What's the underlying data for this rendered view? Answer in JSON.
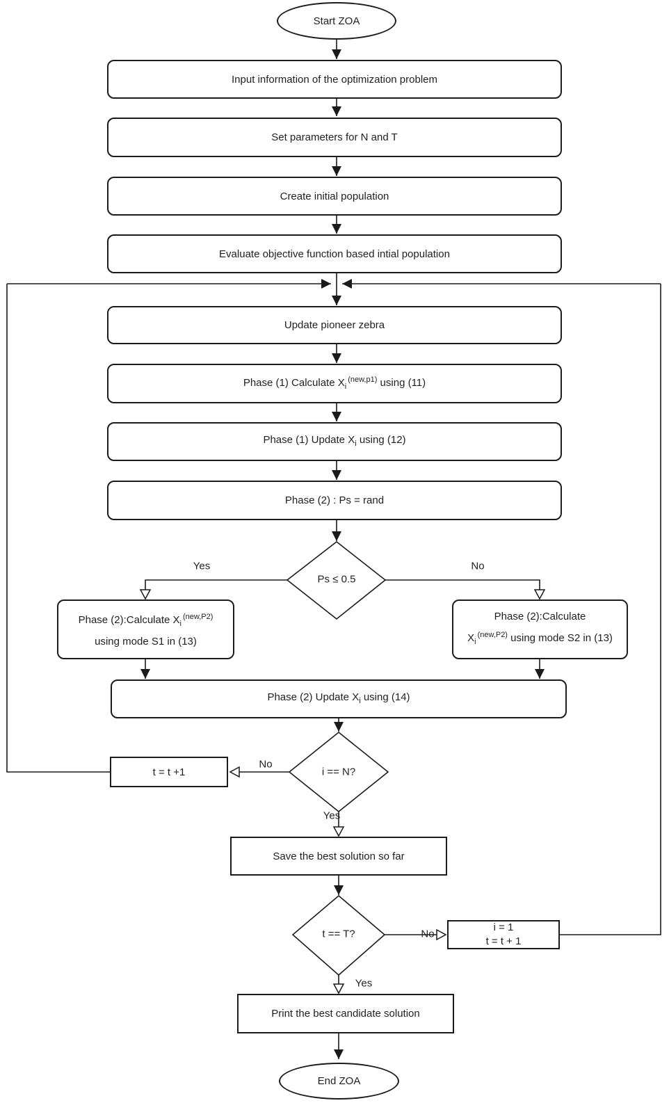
{
  "colors": {
    "stroke": "#1a1a1a",
    "node_fill": "#ffffff",
    "background": "#ffffff",
    "text": "#1f1f1f"
  },
  "nodes": {
    "start": {
      "label": "Start ZOA"
    },
    "input_info": {
      "label": "Input information of the optimization problem"
    },
    "set_params": {
      "label": "Set parameters for N and T"
    },
    "create_population": {
      "label": "Create initial population"
    },
    "evaluate_objective": {
      "label": "Evaluate objective function based intial population"
    },
    "update_pioneer": {
      "label": "Update pioneer zebra"
    },
    "phase1_calc": {
      "pre": "Phase (1) Calculate X",
      "sub": "i",
      "sup": "(new,p1)",
      "post": " using (11)"
    },
    "phase1_update": {
      "pre": "Phase (1) Update X",
      "sub": "i",
      "post": " using (12)"
    },
    "phase2_ps": {
      "label": "Phase (2) : Ps = rand"
    },
    "ps_decision": {
      "label": "Ps ≤ 0.5"
    },
    "calc_mode_s1": {
      "line1_pre": "Phase (2):Calculate X",
      "line1_sub": "i",
      "line1_sup": "(new,P2)",
      "line2": "using mode S1 in (13)"
    },
    "calc_mode_s2": {
      "line1": "Phase (2):Calculate",
      "line2_pre": "X",
      "line2_sub": "i",
      "line2_sup": "(new,P2)",
      "line2_post": " using mode S2 in (13)"
    },
    "phase2_update": {
      "pre": "Phase (2) Update X",
      "sub": "i",
      "post": " using (14)"
    },
    "i_decision": {
      "label": "i == N?"
    },
    "t_increment": {
      "label": "t = t +1"
    },
    "save_best": {
      "label": "Save the best solution so far"
    },
    "t_decision": {
      "label": "t == T?"
    },
    "reset_counters": {
      "line1": "i = 1",
      "line2": "t = t + 1"
    },
    "print_best": {
      "label": "Print the best candidate solution"
    },
    "end": {
      "label": "End ZOA"
    }
  },
  "edge_labels": {
    "ps_yes": "Yes",
    "ps_no": "No",
    "i_no": "No",
    "i_yes": "Yes",
    "t_no": "No",
    "t_yes": "Yes"
  }
}
